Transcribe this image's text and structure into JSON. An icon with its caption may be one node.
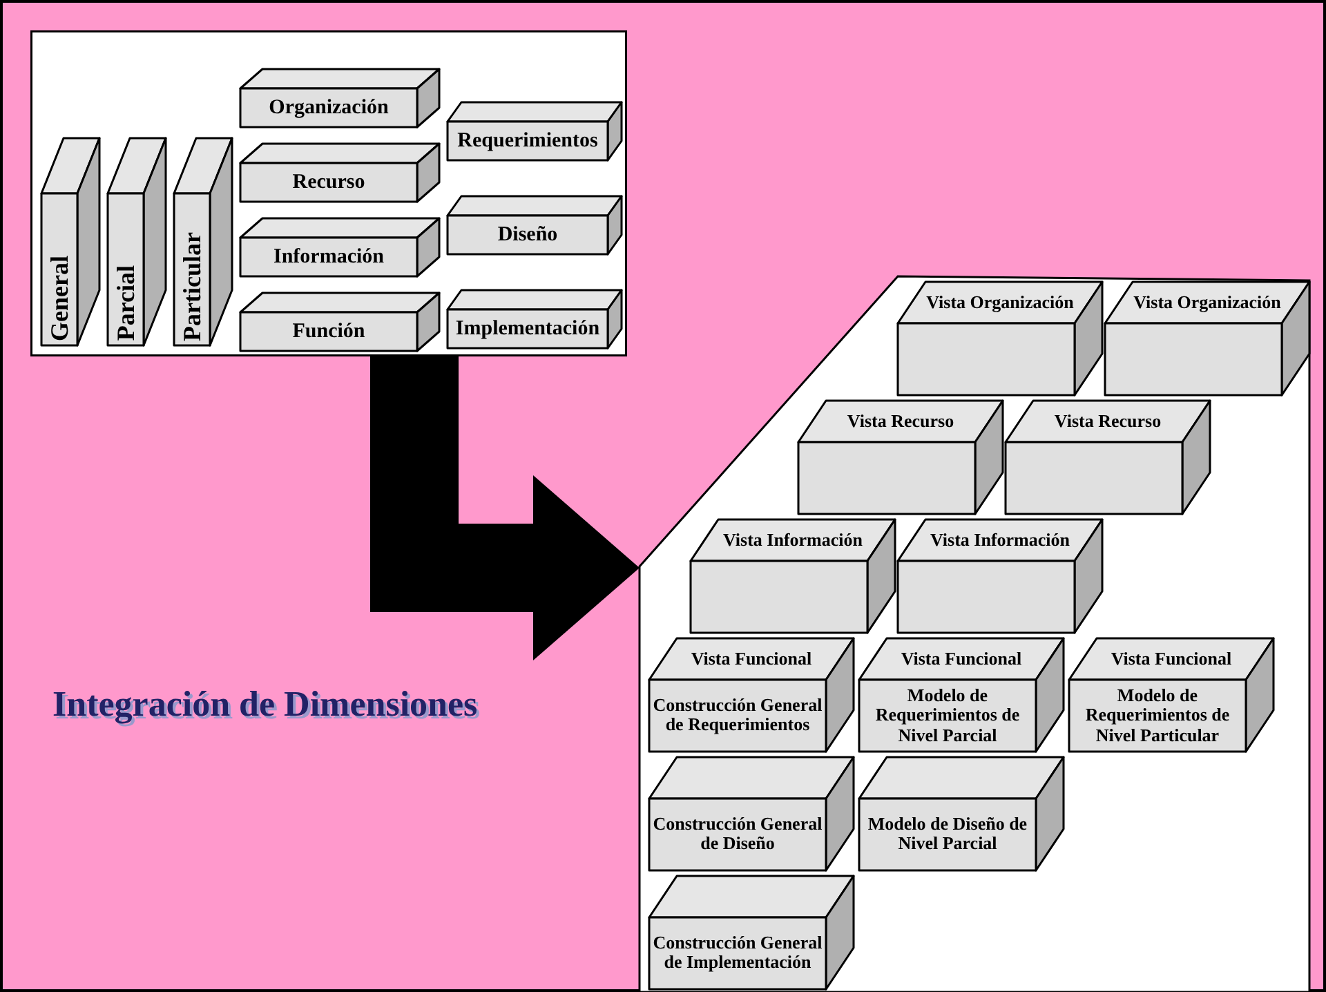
{
  "diagram": {
    "nodes": [
      {
        "text": [],
        "shape": "box"
      },
      {
        "text": [
          "General"
        ],
        "in": 0
      },
      {
        "text": [
          "Parcial"
        ],
        "in": 0
      },
      {
        "text": [
          "Particular"
        ],
        "in": 0
      },
      {
        "text": [
          "Organización"
        ],
        "in": 0
      },
      {
        "text": [
          "Recurso"
        ],
        "in": 0
      },
      {
        "text": [
          "Información"
        ],
        "in": 0
      },
      {
        "text": [
          "Función"
        ],
        "in": 0
      },
      {
        "text": [
          "Requerimientos"
        ],
        "in": 0
      },
      {
        "text": [
          "Diseño"
        ],
        "in": 0
      },
      {
        "text": [
          "Implementación"
        ],
        "in": 0
      },
      {
        "text": [],
        "shape": "box"
      },
      {
        "text": [
          "Vista Organización"
        ],
        "in": 11
      },
      {
        "text": [
          "Vista Organización"
        ],
        "in": 11
      },
      {
        "text": [
          "Vista Recurso"
        ],
        "in": 11
      },
      {
        "text": [
          "Vista Recurso"
        ],
        "in": 11
      },
      {
        "text": [
          "Vista Información"
        ],
        "in": 11
      },
      {
        "text": [
          "Vista Información"
        ],
        "in": 11
      },
      {
        "text": [
          "Vista Funcional",
          "Construcción General de Requerimientos"
        ],
        "in": 11
      },
      {
        "text": [
          "Vista Funcional",
          "Modelo de Requerimientos de Nivel Parcial"
        ],
        "in": 11
      },
      {
        "text": [
          "Vista Funcional",
          "Modelo de Requerimientos de Nivel Particular"
        ],
        "in": 11
      },
      {
        "text": [
          "Construcción General de Diseño"
        ],
        "in": 11
      },
      {
        "text": [
          "Modelo de Diseño de Nivel Parcial"
        ],
        "in": 11
      },
      {
        "text": [
          "Construcción General de Implementación"
        ],
        "in": 11
      }
    ],
    "edges": [
      {
        "from": 0,
        "to": 11,
        "arrow": "to"
      }
    ],
    "labels": [
      "Integración de Dimensiones"
    ]
  }
}
